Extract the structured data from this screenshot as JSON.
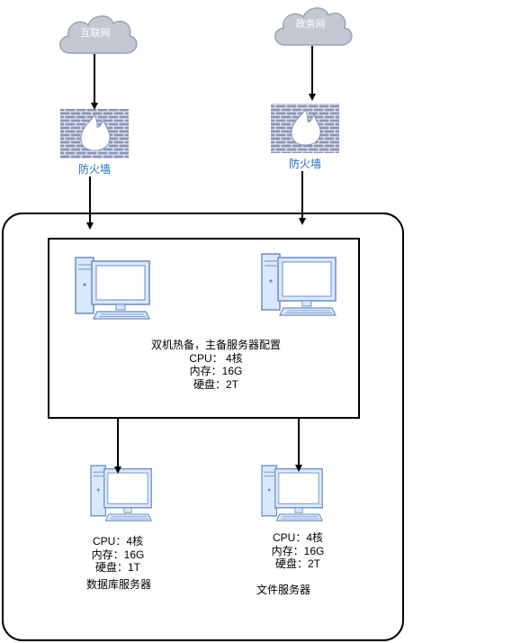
{
  "clouds": {
    "internet": "互联网",
    "gov": "政务网"
  },
  "firewalls": {
    "left": "防火墙",
    "right": "防火墙"
  },
  "ha_cluster": {
    "title": "双机热备，主备服务器配置",
    "cpu": "CPU： 4核",
    "memory": "内存：16G",
    "disk": "硬盘：2T"
  },
  "db_server": {
    "cpu": "CPU：4核",
    "memory": "内存：16G",
    "disk": "硬盘：1T",
    "name": "数据库服务器"
  },
  "file_server": {
    "cpu": "CPU：4核",
    "memory": "内存：16G",
    "disk": "硬盘：2T",
    "name": "文件服务器"
  },
  "colors": {
    "cloud_fill": "#c3c8d3",
    "cloud_stroke": "#9aa3b3",
    "brick": "#8a96b8",
    "brick_mortar": "#ffffff",
    "computer_stroke": "#6c8ebf",
    "computer_fill": "#dae8fc",
    "screen_fill": "#ffffff",
    "firewall_label": "#1f6fbf"
  },
  "icons": [
    "cloud-icon",
    "firewall-icon",
    "desktop-computer-icon",
    "arrow-icon"
  ]
}
